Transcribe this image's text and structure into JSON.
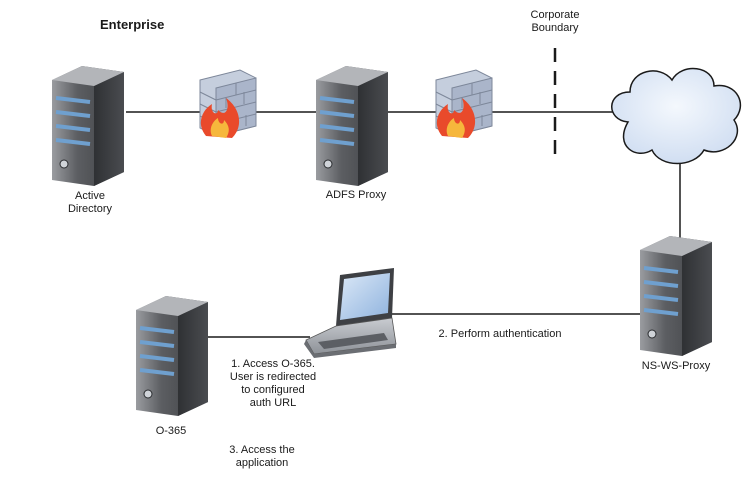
{
  "title": "Enterprise",
  "boundary_label": "Corporate\nBoundary",
  "nodes": {
    "active_directory": "Active\nDirectory",
    "adfs_proxy": "ADFS Proxy",
    "ns_ws_proxy": "NS-WS-Proxy",
    "o365": "O-365"
  },
  "steps": {
    "step1": "1. Access O-365.\nUser is redirected\nto configured\nauth URL",
    "step2": "2. Perform authentication",
    "step3": "3. Access the\napplication"
  },
  "icons": {
    "server": "server-icon",
    "firewall": "firewall-icon",
    "cloud": "cloud-icon",
    "laptop": "laptop-icon"
  },
  "colors": {
    "server_body": "#56585c",
    "server_stripe": "#6fa0cf",
    "cloud_fill": "#dfe9f6",
    "cloud_stroke": "#1a1a1a",
    "brick": "#b9c3d6",
    "flame_outer": "#e94a2b",
    "flame_inner": "#f6b73c",
    "line": "#1a1a1a"
  }
}
